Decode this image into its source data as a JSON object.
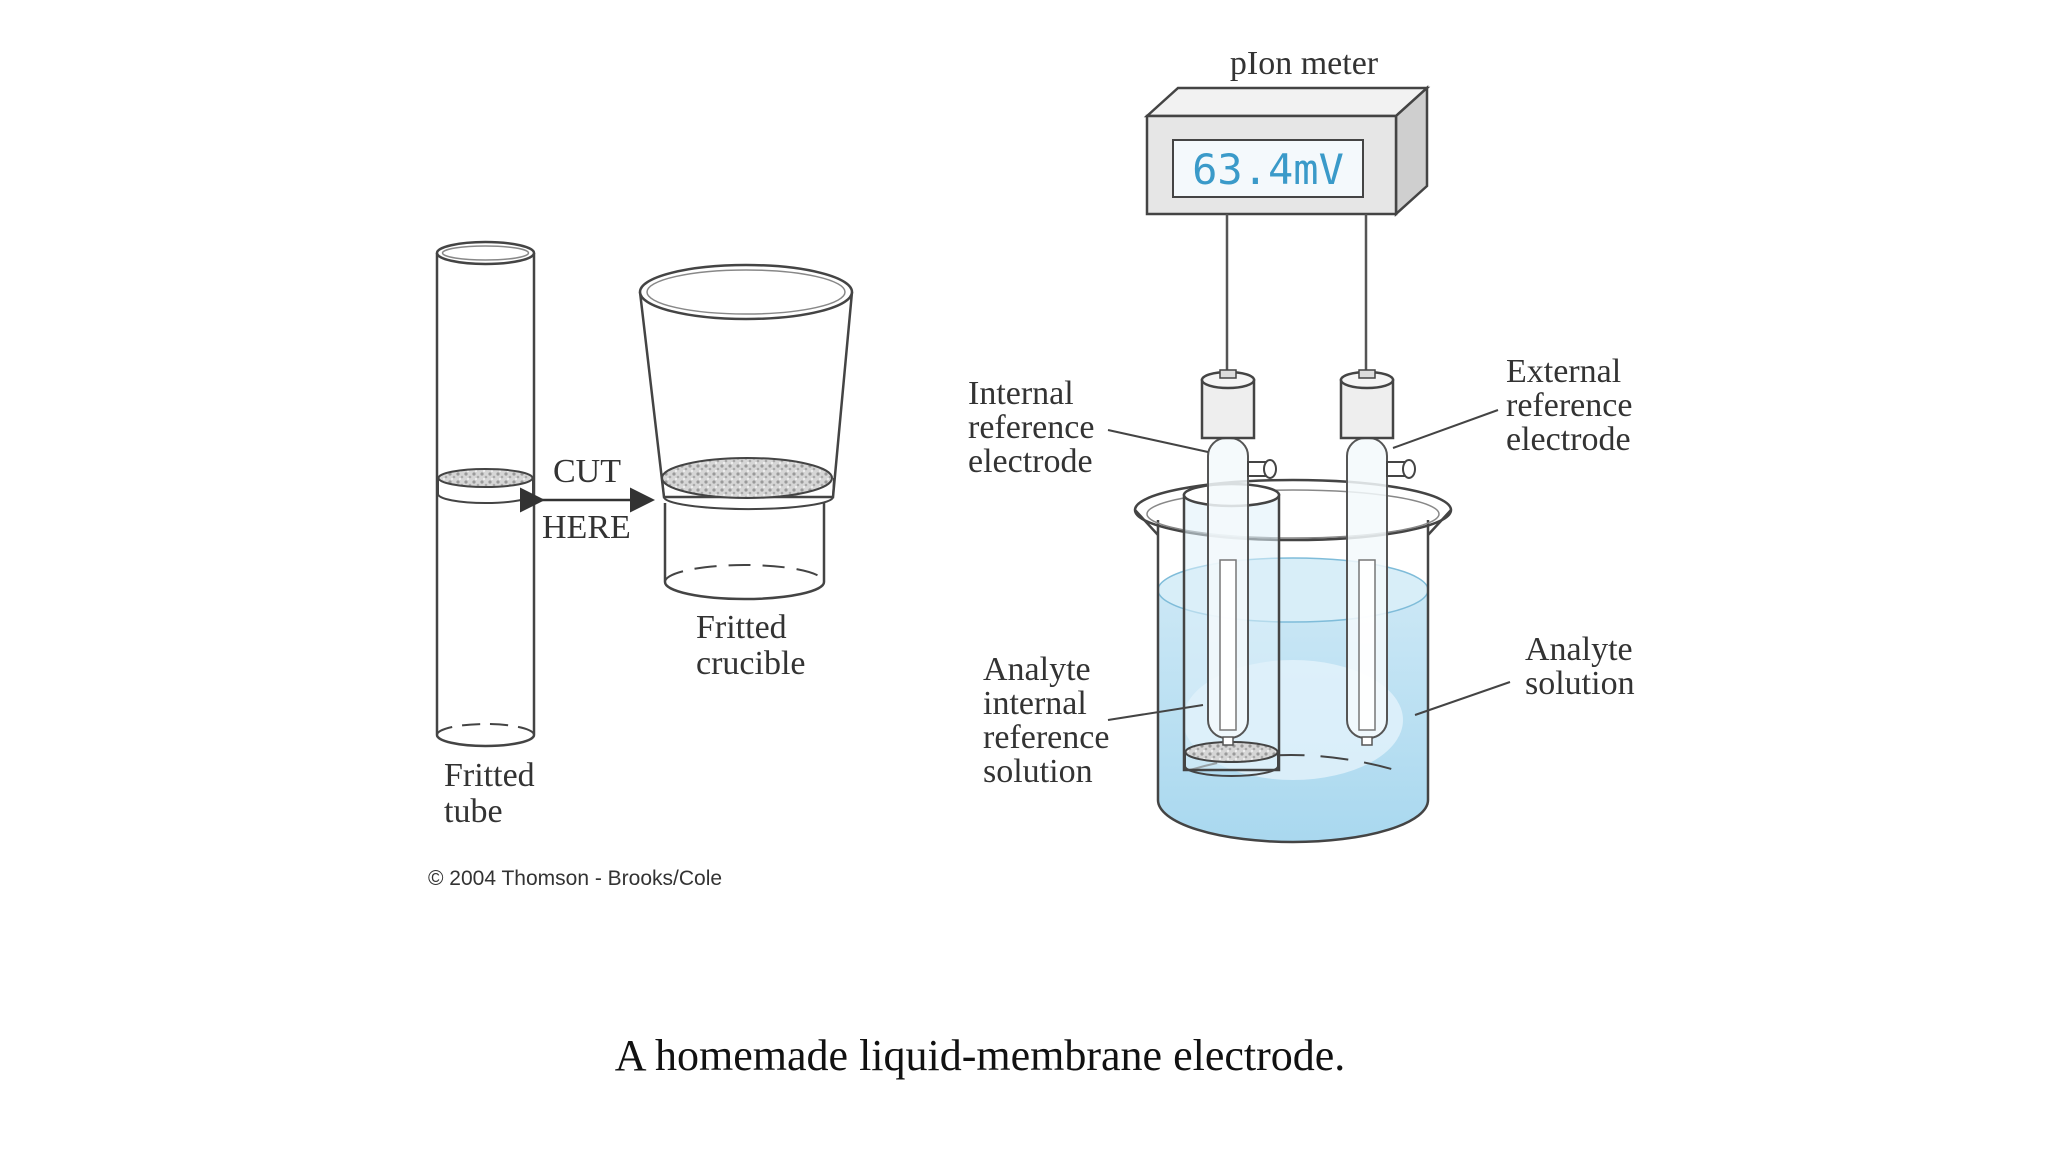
{
  "meter": {
    "title": "pIon meter",
    "display": "63.4mV"
  },
  "labels": {
    "cut": "CUT",
    "here": "HERE",
    "fritted_tube": [
      "Fritted",
      "tube"
    ],
    "fritted_crucible": [
      "Fritted",
      "crucible"
    ],
    "internal_reference_electrode": [
      "Internal",
      "reference",
      "electrode"
    ],
    "external_reference_electrode": [
      "External",
      "reference",
      "electrode"
    ],
    "analyte_internal_reference_solution": [
      "Analyte",
      "internal",
      "reference",
      "solution"
    ],
    "analyte_solution": [
      "Analyte",
      "solution"
    ]
  },
  "copyright": "© 2004 Thomson - Brooks/Cole",
  "caption": "A homemade liquid-membrane electrode.",
  "colors": {
    "solution": "#bfe3f4",
    "solution_light": "#e3f3fb",
    "lcd_text": "#3a9ac9",
    "frit": "#b8b8b8",
    "outline": "#444444",
    "meter_front": "#e6e6e6",
    "meter_side": "#cfcfcf"
  }
}
